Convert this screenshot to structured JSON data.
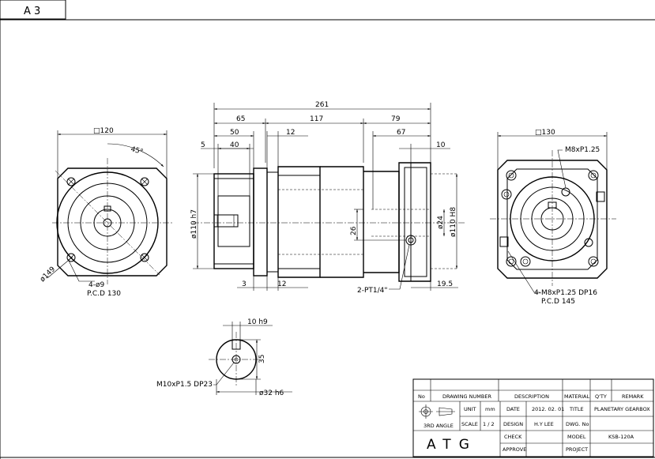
{
  "sheet": {
    "size": "A 3"
  },
  "front_view_left": {
    "square": "□120",
    "angle": "45°",
    "diameter": "ø149",
    "holes": "4-ø9",
    "pcd": "P.C.D 130"
  },
  "side_view": {
    "overall": "261",
    "d65": "65",
    "d117": "117",
    "d79": "79",
    "d50": "50",
    "d12_top": "12",
    "d67": "67",
    "d5": "5",
    "d40": "40",
    "d10_top": "10",
    "shaft_dia": "ø110 h7",
    "d26": "26",
    "d24": "ø24",
    "bore_dia": "ø110 H8",
    "d3": "3",
    "d12_bottom": "12",
    "d19_5": "19.5",
    "port": "2-PT1/4\""
  },
  "front_view_right": {
    "square": "□130",
    "thread_top": "M8xP1.25",
    "thread_bottom": "4-M8xP1.25 DP16",
    "pcd": "P.C.D 145"
  },
  "shaft_detail": {
    "key": "10 h9",
    "height": "35",
    "thread": "M10xP1.5 DP23",
    "dia": "ø32 h6"
  },
  "title_block": {
    "header": {
      "no": "No",
      "drawing_number": "DRAWING NUMBER",
      "description": "DESCRIPTION",
      "material": "MATERIAL",
      "qty": "Q'TY",
      "remark": "REMARK"
    },
    "projection": "3RD ANGLE",
    "unit_label": "UNIT",
    "unit_value": "mm",
    "scale_label": "SCALE",
    "scale_value": "1 / 2",
    "date_label": "DATE",
    "date_value": "2012. 02. 01",
    "design_label": "DESIGN",
    "design_value": "H.Y LEE",
    "check_label": "CHECK",
    "approve_label": "APPROVE",
    "title_label": "TITLE",
    "title_value": "PLANETARY GEARBOX",
    "dwg_label": "DWG. No",
    "model_label": "MODEL",
    "model_value": "KSB-120A",
    "project_label": "PROJECT",
    "logo": "ATG"
  }
}
